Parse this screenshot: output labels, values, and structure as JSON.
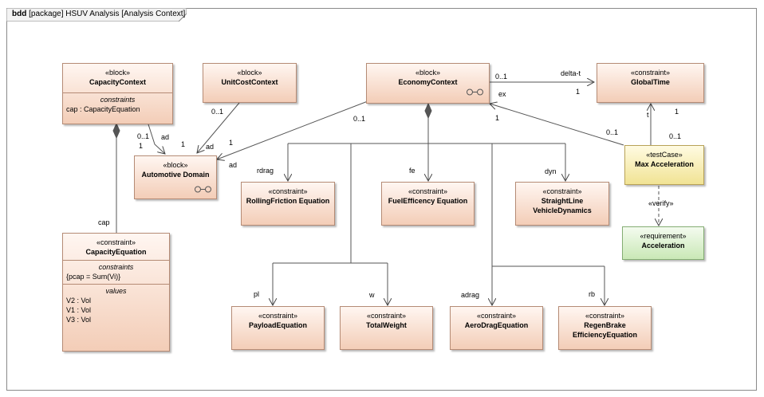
{
  "frame": {
    "kind": "bdd",
    "title": "[package] HSUV Analysis [Analysis Context]"
  },
  "blocks": {
    "capacity_context": {
      "stereotype": "«block»",
      "name": "CapacityContext",
      "compartment_title": "constraints",
      "items": [
        "cap : CapacityEquation"
      ]
    },
    "unit_cost_context": {
      "stereotype": "«block»",
      "name": "UnitCostContext"
    },
    "economy_context": {
      "stereotype": "«block»",
      "name": "EconomyContext"
    },
    "global_time": {
      "stereotype": "«constraint»",
      "name": "GlobalTime"
    },
    "automotive_domain": {
      "stereotype": "«block»",
      "name": "Automotive Domain"
    },
    "rolling_friction": {
      "stereotype": "«constraint»",
      "name": "RollingFriction Equation"
    },
    "fuel_efficiency": {
      "stereotype": "«constraint»",
      "name": "FuelEfficency Equation"
    },
    "straight_line": {
      "stereotype": "«constraint»",
      "name_line1": "StraightLine",
      "name_line2": "VehicleDynamics"
    },
    "max_acceleration": {
      "stereotype": "«testCase»",
      "name": "Max Acceleration"
    },
    "acceleration": {
      "stereotype": "«requirement»",
      "name": "Acceleration"
    },
    "capacity_equation": {
      "stereotype": "«constraint»",
      "name": "CapacityEquation",
      "constraints_title": "constraints",
      "constraints": [
        "{pcap = Sum(Vi)}"
      ],
      "values_title": "values",
      "values": [
        "V2 : Vol",
        "V1 : Vol",
        "V3 : Vol"
      ]
    },
    "payload": {
      "stereotype": "«constraint»",
      "name": "PayloadEquation"
    },
    "total_weight": {
      "stereotype": "«constraint»",
      "name": "TotalWeight"
    },
    "aero_drag": {
      "stereotype": "«constraint»",
      "name": "AeroDragEquation"
    },
    "regen_brake": {
      "stereotype": "«constraint»",
      "name_line1": "RegenBrake",
      "name_line2": "EfficiencyEquation"
    }
  },
  "labels": {
    "delta_t_mult": "0..1",
    "delta_t_role": "delta-t",
    "delta_t_target_mult": "1",
    "ex_role": "ex",
    "ex_mult": "1",
    "econ_ad_mult": "0..1",
    "econ_ad_target_mult": "1",
    "econ_ad_role": "ad",
    "cap_ad_mult": "0..1",
    "cap_ad_target_mult": "1",
    "cap_ad_role": "ad",
    "unit_mult": "0..1",
    "unit_target_mult": "1",
    "unit_ad_role": "ad",
    "t_role": "t",
    "t_mult": "1",
    "t_src_mult": "0..1",
    "mx_ex_mult": "0..1",
    "verify": "«verify»",
    "cap_role": "cap",
    "rdrag": "rdrag",
    "fe": "fe",
    "dyn": "dyn",
    "pl": "pl",
    "w": "w",
    "adrag": "adrag",
    "rb": "rb"
  }
}
